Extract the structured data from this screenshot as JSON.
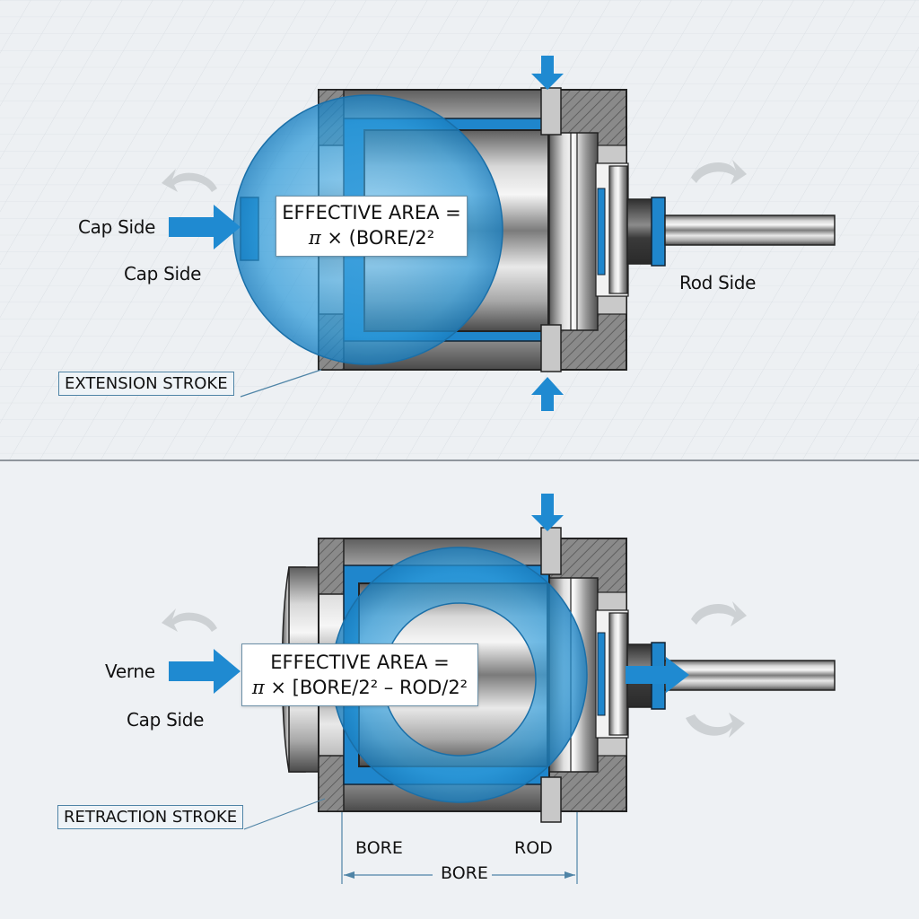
{
  "title": "Hydraulic Cylinder Effective Area – Extension vs Retraction",
  "colors": {
    "accent_blue": "#1f8ad1",
    "hatch_gray": "#7a7a7a",
    "background": "#eef1f4",
    "leader_line": "#4f84a6"
  },
  "top_panel": {
    "name": "extension",
    "left_label_1": "Cap Side",
    "left_label_2": "Cap Side",
    "right_label": "Rod Side",
    "formula_line_1": "EFFECTIVE AREA =",
    "formula_pi": "π",
    "formula_line_2_rest": " × (BORE/2²",
    "stroke_label": "EXTENSION STROKE",
    "icons": [
      "flow-arrow-right-icon",
      "pressure-arrow-down-icon",
      "pressure-arrow-up-icon",
      "rotate-arrow-left-icon",
      "rotate-arrow-right-icon"
    ]
  },
  "bottom_panel": {
    "name": "retraction",
    "left_label_1": "Verne",
    "left_label_2": "Cap Side",
    "formula_line_1": "EFFECTIVE AREA =",
    "formula_pi": "π",
    "formula_line_2_rest": " × [BORE/2² – ROD/2²",
    "stroke_label": "RETRACTION STROKE",
    "dimension_labels": {
      "bore_inner": "BORE",
      "rod": "ROD",
      "bore_span": "BORE"
    },
    "icons": [
      "flow-arrow-right-icon",
      "pressure-arrow-down-icon",
      "rod-flow-arrow-icon",
      "rotate-arrow-left-icon",
      "rotate-arrow-right-icon",
      "rotate-arrow-down-right-icon"
    ]
  }
}
